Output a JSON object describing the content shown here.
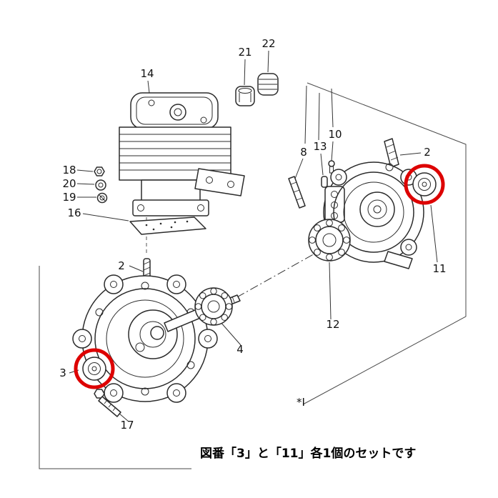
{
  "caption": "図番「3」と「11」各1個のセットです",
  "highlight_color": "#dd0000",
  "labels": {
    "l14": "14",
    "l21": "21",
    "l22": "22",
    "l18": "18",
    "l20": "20",
    "l19": "19",
    "l16": "16",
    "l2_left": "2",
    "l2_right": "2",
    "l8": "8",
    "l13": "13",
    "l10": "10",
    "l11": "11",
    "l12": "12",
    "l4": "4",
    "l3": "3",
    "l17": "17",
    "lstar": "*I"
  }
}
